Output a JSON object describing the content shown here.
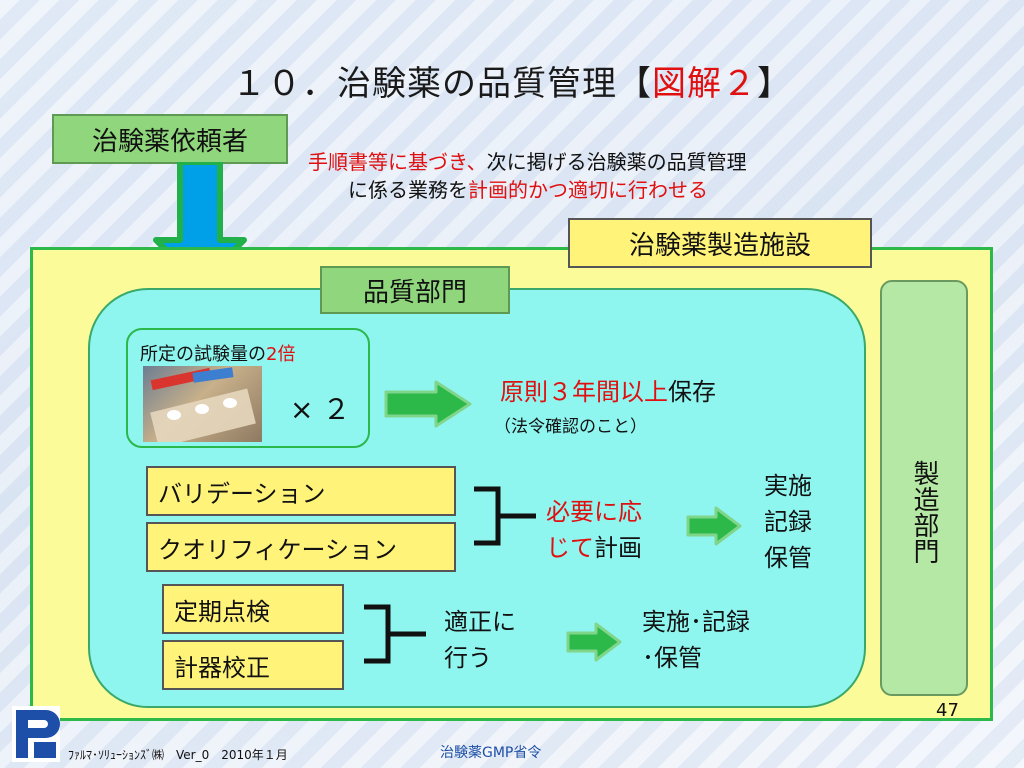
{
  "title": {
    "main": "１０．治験薬の品質管理【",
    "highlight": "図解２",
    "close": "】"
  },
  "sponsor_label": "治験薬依頼者",
  "intro": {
    "line1_red": "手順書等に基づき、",
    "line1_black": "次に掲げる治験薬の品質管理",
    "line2_black": "に係る業務を",
    "line2_red": "計画的かつ適切に行わせる"
  },
  "facility_label": "治験薬製造施設",
  "qa_label": "品質部門",
  "manufacturing_label": "製造部門",
  "sample": {
    "caption_black": "所定の試験量の",
    "caption_red": "2倍",
    "multiplier": "× ２",
    "retain_red": "原則３年間以上",
    "retain_black": "保存",
    "note": "（法令確認のこと）"
  },
  "validation": {
    "item1": "バリデーション",
    "item2": "クオリフィケーション",
    "result_red_1": "必要に応",
    "result_red_2": "じて",
    "result_black": "計画",
    "outcome": [
      "実施",
      "記録",
      "保管"
    ]
  },
  "inspection": {
    "item1": "定期点検",
    "item2": "計器校正",
    "result": [
      "適正に",
      "行う"
    ],
    "outcome": [
      "実施･記録",
      "･保管"
    ]
  },
  "page_number": "47",
  "footer": {
    "company": "ﾌｧﾙﾏ･ｿﾘｭｰｼｮﾝｽﾞ㈱　Ver_0　2010年１月",
    "center": "治験薬GMP省令"
  },
  "colors": {
    "accent_red": "#e01010",
    "green_label": "#8fd67c",
    "yellow": "#fff37a",
    "cyan": "#8ff5ef"
  }
}
